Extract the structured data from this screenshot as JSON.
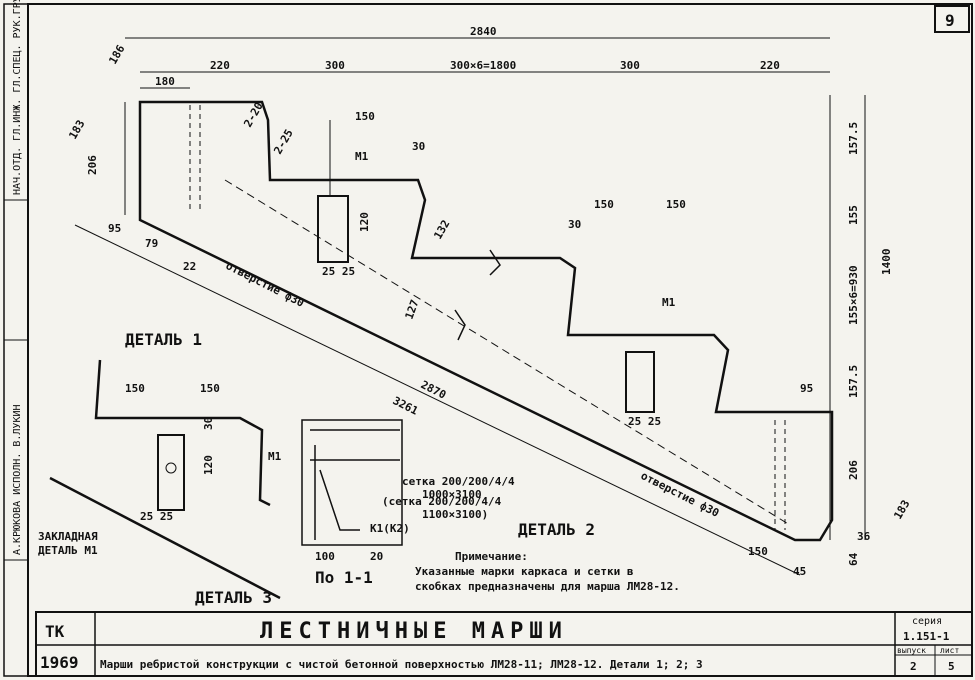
{
  "sheet_number": "9",
  "titleblock": {
    "code": "ТК",
    "year": "1969",
    "title": "ЛЕСТНИЧНЫЕ МАРШИ",
    "subtitle": "Марши ребристой конструкции с чистой бетонной поверхностью ЛМ28-11; ЛМ28-12. Детали 1; 2; 3",
    "series_label": "серия",
    "series_value": "1.151-1",
    "issue_label": "выпуск",
    "issue_value": "2",
    "sheet_label": "лист",
    "sheet_value": "5"
  },
  "left_stamp": {
    "top": "НАЧ.ОТД. ГЛ.ИНЖ. ГЛ.СПЕЦ. РУК.ГРУППЫ",
    "bottom": "А.КРЮКОВА ИСПОЛН. В.ЛУКИН"
  },
  "labels": {
    "detail1": "ДЕТАЛЬ 1",
    "detail2": "ДЕТАЛЬ 2",
    "detail3": "ДЕТАЛЬ 3",
    "section": "По 1-1",
    "embedded": "ЗАКЛАДНАЯ",
    "embedded2": "ДЕТАЛЬ М1",
    "m1": "М1",
    "hole": "отверстие ф30",
    "k1": "К1(К2)",
    "mesh1": "сетка 200/200/4/4",
    "mesh1b": "1000×3100",
    "mesh2": "(сетка 200/200/4/4",
    "mesh2b": "1100×3100)",
    "note_title": "Примечание:",
    "note_line1": "Указанные марки каркаса и сетки в",
    "note_line2": "скобках предназначены для марша ЛМ28-12."
  },
  "dims": {
    "d2840": "2840",
    "d220a": "220",
    "d300a": "300",
    "d1800": "300×6=1800",
    "d300b": "300",
    "d220b": "220",
    "d180": "180",
    "d186": "186",
    "d183": "183",
    "d206": "206",
    "d95": "95",
    "d79": "79",
    "d22": "22",
    "d150": "150",
    "d30": "30",
    "d120": "120",
    "d2525": "25 25",
    "d127": "127",
    "d132": "132",
    "d2870": "2870",
    "d3261": "3261",
    "d157": "157.5",
    "d155": "155",
    "d930": "155×6=930",
    "d1400": "1400",
    "d36": "36",
    "d64": "64",
    "d45": "45",
    "d100": "100",
    "d20": "20",
    "r20": "2-20",
    "r25": "2-25"
  }
}
